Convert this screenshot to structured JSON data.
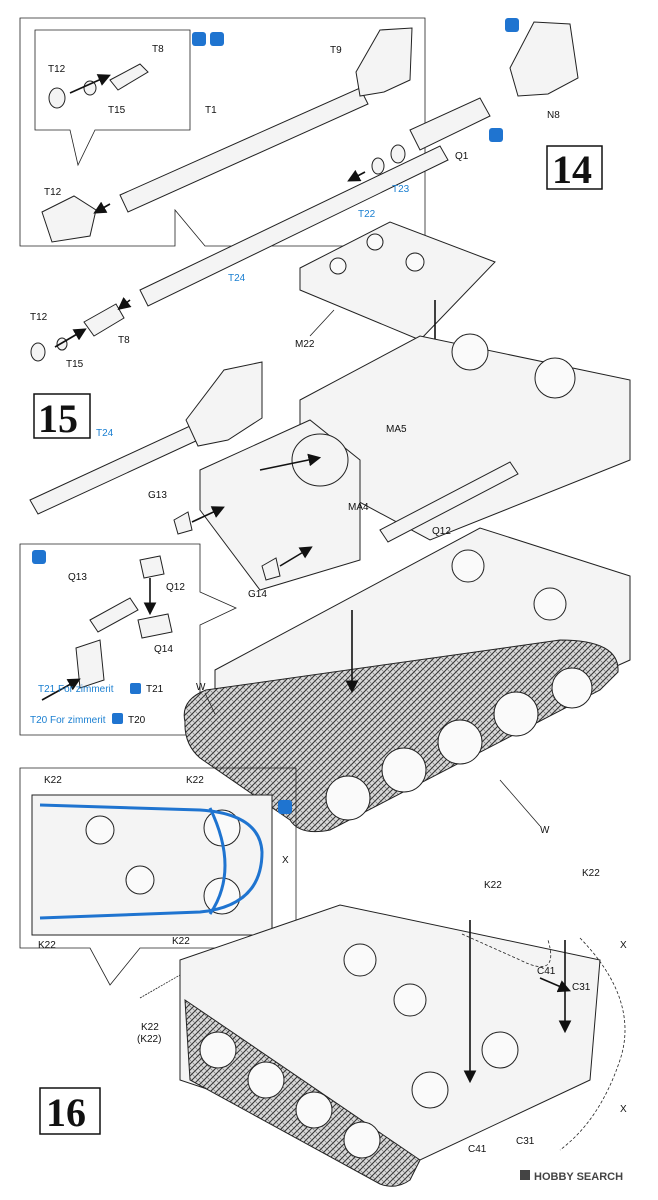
{
  "steps": {
    "s14": "14",
    "s15": "15",
    "s16": "16"
  },
  "step14": {
    "inset_labels": {
      "t8": "T8",
      "t12": "T12",
      "t15": "T15"
    },
    "labels": {
      "t9": "T9",
      "t1": "T1",
      "t12": "T12",
      "n8": "N8",
      "q1": "Q1",
      "t23": "T23",
      "t22": "T22",
      "t24": "T24",
      "t12b": "T12",
      "t15b": "T15",
      "t8b": "T8",
      "m22": "M22"
    }
  },
  "step15": {
    "labels": {
      "t24": "T24",
      "ma5": "MA5",
      "ma4": "MA4",
      "g13": "G13",
      "g14": "G14",
      "q12": "Q12",
      "w": "W",
      "w2": "W"
    },
    "inset_labels": {
      "q13": "Q13",
      "q12": "Q12",
      "q14": "Q14",
      "t21_note": "T21 For zimmerit",
      "t21": "T21",
      "t20_note": "T20 For zimmerit",
      "t20": "T20"
    }
  },
  "step16": {
    "inset_labels": {
      "k22a": "K22",
      "k22b": "K22",
      "k22c": "K22",
      "k22d": "K22",
      "x": "X"
    },
    "labels": {
      "k22a": "K22",
      "k22b": "K22",
      "k22c": "K22",
      "k22paren": "(K22)",
      "x1": "X",
      "x2": "X",
      "c41": "C41",
      "c31": "C31",
      "c41b": "C41",
      "c31b": "C31"
    }
  },
  "watermark": "HOBBY SEARCH",
  "colors": {
    "accent_blue": "#1f74d0",
    "ink": "#111111"
  }
}
